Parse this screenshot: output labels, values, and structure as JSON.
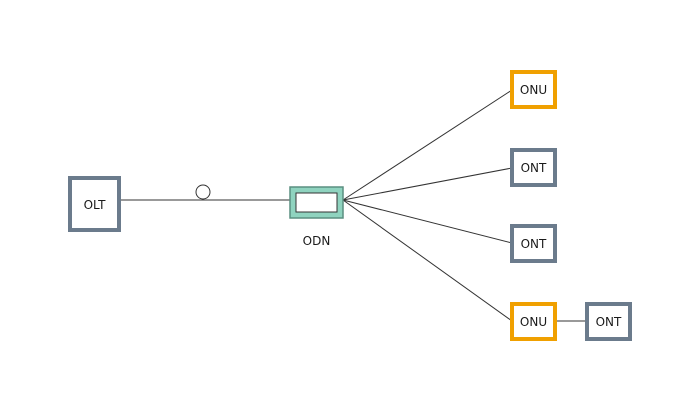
{
  "nodes": {
    "olt": {
      "label": "OLT"
    },
    "odn": {
      "label": "ODN"
    },
    "onu_top": {
      "label": "ONU"
    },
    "ont_1": {
      "label": "ONT"
    },
    "ont_2": {
      "label": "ONT"
    },
    "onu_bottom": {
      "label": "ONU"
    },
    "ont_chained": {
      "label": "ONT"
    }
  },
  "colors": {
    "olt_ont_border": "#6b7b8c",
    "onu_border": "#f0a000",
    "odn_fill": "#8fd3bf",
    "line": "#333333"
  }
}
